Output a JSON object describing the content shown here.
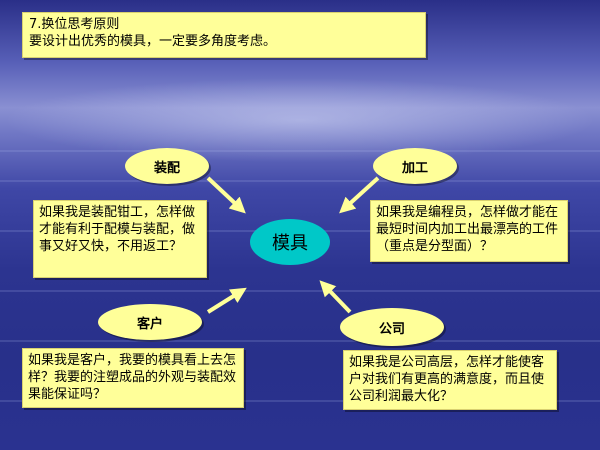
{
  "title_box": {
    "line1": "7.换位思考原则",
    "line2": "要设计出优秀的模具，一定要多角度考虑。"
  },
  "center": {
    "label": "模具"
  },
  "nodes": {
    "assembly": {
      "label": "装配",
      "text": "如果我是装配钳工，怎样做才能有利于配模与装配，做事又好又快，不用返工？"
    },
    "machining": {
      "label": "加工",
      "text": "如果我是编程员，怎样做才能在最短时间内加工出最漂亮的工件（重点是分型面）？"
    },
    "customer": {
      "label": "客户",
      "text": "如果我是客户，我要的模具看上去怎样？我要的注塑成品的外观与装配效果能保证吗？"
    },
    "company": {
      "label": "公司",
      "text": "如果我是公司高层，怎样才能使客户对我们有更高的满意度，而且使公司利润最大化？"
    }
  },
  "colors": {
    "box_fill": "#ffff99",
    "center_fill": "#00c8c8",
    "arrow": "#ffff99",
    "background": "#3a42a0"
  }
}
